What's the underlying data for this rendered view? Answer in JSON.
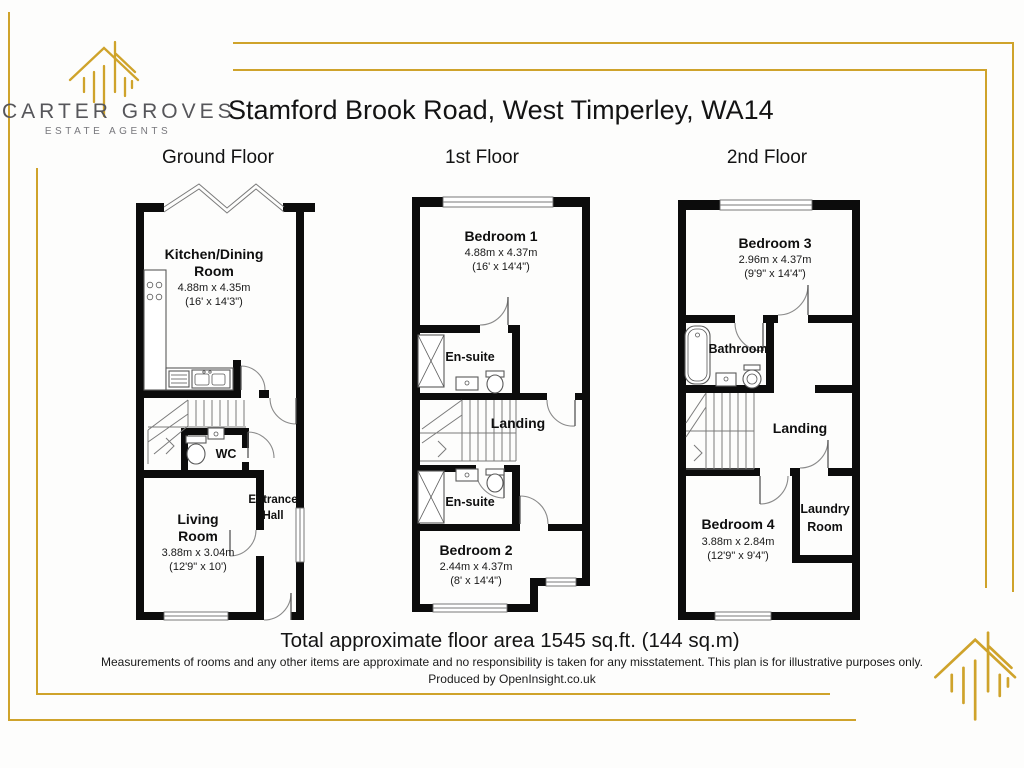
{
  "brand": {
    "name": "CARTER GROVES",
    "tagline": "ESTATE AGENTS"
  },
  "title": "Stamford Brook Road, West Timperley, WA14",
  "colors": {
    "gold": "#cfa32b",
    "wall": "#0c0c0c"
  },
  "icons": {
    "logo": "house-lines-logo"
  },
  "floors": [
    {
      "label": "Ground Floor",
      "rooms": {
        "kitchen": {
          "lines": [
            "Kitchen/Dining",
            "Room"
          ],
          "dims": [
            "4.88m x 4.35m",
            "(16' x 14'3\")"
          ]
        },
        "wc": {
          "lines": [
            "WC"
          ]
        },
        "living": {
          "lines": [
            "Living",
            "Room"
          ],
          "dims": [
            "3.88m x 3.04m",
            "(12'9\" x 10')"
          ]
        },
        "entrance": {
          "lines": [
            "Entrance",
            "Hall"
          ]
        }
      }
    },
    {
      "label": "1st Floor",
      "rooms": {
        "bedroom1": {
          "lines": [
            "Bedroom 1"
          ],
          "dims": [
            "4.88m x 4.37m",
            "(16' x 14'4\")"
          ]
        },
        "ensuite_top": {
          "lines": [
            "En-suite"
          ]
        },
        "landing": {
          "lines": [
            "Landing"
          ]
        },
        "ensuite_bottom": {
          "lines": [
            "En-suite"
          ]
        },
        "bedroom2": {
          "lines": [
            "Bedroom 2"
          ],
          "dims": [
            "2.44m x 4.37m",
            "(8' x 14'4\")"
          ]
        }
      }
    },
    {
      "label": "2nd Floor",
      "rooms": {
        "bedroom3": {
          "lines": [
            "Bedroom 3"
          ],
          "dims": [
            "2.96m x 4.37m",
            "(9'9\" x 14'4\")"
          ]
        },
        "bathroom": {
          "lines": [
            "Bathroom"
          ]
        },
        "landing": {
          "lines": [
            "Landing"
          ]
        },
        "bedroom4": {
          "lines": [
            "Bedroom 4"
          ],
          "dims": [
            "3.88m x 2.84m",
            "(12'9\" x 9'4\")"
          ]
        },
        "laundry": {
          "lines": [
            "Laundry",
            "Room"
          ]
        }
      }
    }
  ],
  "footer": {
    "total": "Total approximate floor area 1545 sq.ft. (144 sq.m)",
    "disclaimer": "Measurements of rooms and any other items are approximate and no responsibility is taken for any misstatement. This plan is for illustrative purposes only.",
    "produced": "Produced by OpenInsight.co.uk"
  }
}
